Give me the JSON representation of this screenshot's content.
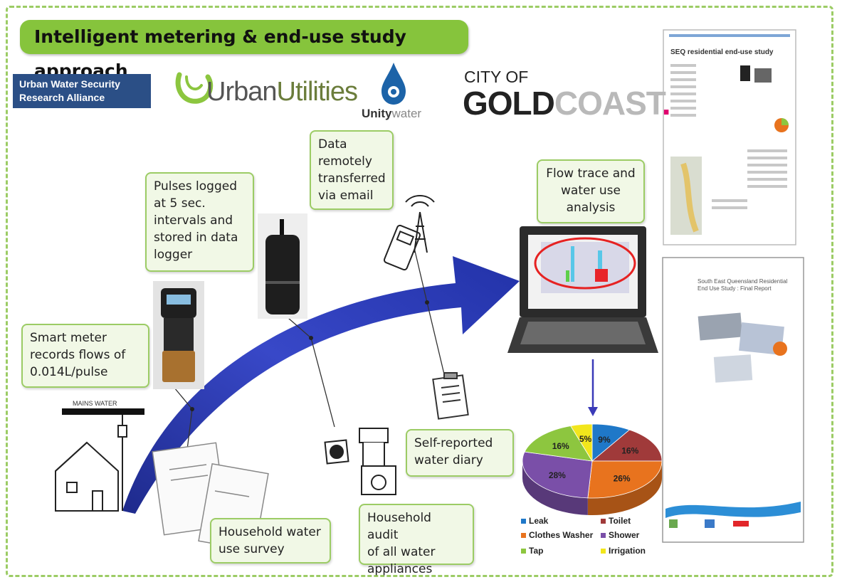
{
  "title": "Intelligent metering & end-use study approach",
  "logos": {
    "uwsra_line1": "Urban Water Security",
    "uwsra_line2": "Research Alliance",
    "urban_utilities_a": "Urban",
    "urban_utilities_b": "Utilities",
    "unitywater_a": "Unity",
    "unitywater_b": "water",
    "goldcoast_top": "CITY OF",
    "goldcoast_gold": "GOLD",
    "goldcoast_coast": "COAST",
    "goldcoast_dot": "."
  },
  "mains_label": "MAINS WATER",
  "callouts": {
    "smart_meter": [
      "Smart meter",
      "records flows of",
      "0.014L/pulse"
    ],
    "pulses": [
      "Pulses logged",
      "at 5 sec.",
      "intervals and",
      "stored in data",
      "logger"
    ],
    "data_remote": [
      "Data",
      "remotely",
      "transferred",
      "via email"
    ],
    "flow_trace": [
      "Flow trace and",
      "water use",
      "analysis"
    ],
    "self_reported": [
      "Self-reported",
      "water diary"
    ],
    "household_survey": [
      "Household water",
      "use survey"
    ],
    "household_audit": [
      "Household audit",
      "of all water",
      "appliances"
    ]
  },
  "documents": {
    "report1_title": "SEQ residential end-use study",
    "report2_title_line1": "South East Queensland Residential",
    "report2_title_line2": "End Use Study : Final Report"
  },
  "chart_data": {
    "type": "pie",
    "categories": [
      "Leak",
      "Toilet",
      "Clothes Washer",
      "Shower",
      "Tap",
      "Irrigation"
    ],
    "values": [
      9,
      16,
      26,
      28,
      16,
      5
    ],
    "labels": [
      "9%",
      "16%",
      "26%",
      "28%",
      "16%",
      "5%"
    ],
    "colors": [
      "#1f78c8",
      "#a03a3a",
      "#e8731e",
      "#7a4fa8",
      "#8dc63f",
      "#f2e61c"
    ],
    "legend": [
      "Leak",
      "Toilet",
      "Clothes Washer",
      "Shower",
      "Tap",
      "Irrigation"
    ],
    "legend_position": "bottom"
  }
}
